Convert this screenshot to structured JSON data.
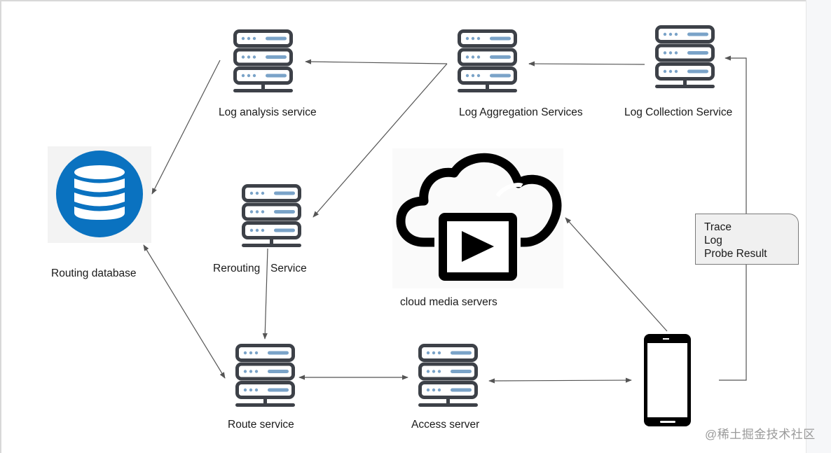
{
  "diagram": {
    "nodes": {
      "log_analysis": {
        "label": "Log analysis service",
        "icon": "server-icon"
      },
      "log_aggregation": {
        "label": "Log Aggregation Services",
        "icon": "server-icon"
      },
      "log_collection": {
        "label": "Log Collection Service",
        "icon": "server-icon"
      },
      "routing_database": {
        "label": "Routing database",
        "icon": "database-icon"
      },
      "rerouting": {
        "label_part1": "Rerouting",
        "label_part2": "Service",
        "icon": "server-icon"
      },
      "cloud_media": {
        "label": "cloud media servers",
        "icon": "cloud-video-icon"
      },
      "route_service": {
        "label": "Route service",
        "icon": "server-icon"
      },
      "access_server": {
        "label": "Access server",
        "icon": "server-icon"
      },
      "mobile_client": {
        "label": "",
        "icon": "smartphone-icon"
      }
    },
    "note": {
      "lines": [
        "Trace",
        "Log",
        "Probe Result"
      ]
    },
    "edges": [
      {
        "from": "log_collection",
        "to": "log_aggregation",
        "direction": "forward"
      },
      {
        "from": "log_aggregation",
        "to": "log_analysis",
        "direction": "forward"
      },
      {
        "from": "log_aggregation",
        "to": "rerouting",
        "direction": "forward"
      },
      {
        "from": "log_analysis",
        "to": "routing_database",
        "direction": "forward"
      },
      {
        "from": "rerouting",
        "to": "route_service",
        "direction": "forward"
      },
      {
        "from": "routing_database",
        "to": "route_service",
        "direction": "both"
      },
      {
        "from": "route_service",
        "to": "access_server",
        "direction": "both"
      },
      {
        "from": "access_server",
        "to": "mobile_client",
        "direction": "both"
      },
      {
        "from": "mobile_client",
        "to": "cloud_media",
        "direction": "forward"
      },
      {
        "from": "mobile_client",
        "to": "log_collection",
        "direction": "forward",
        "via": "note"
      }
    ],
    "colors": {
      "server_body": "#3d4148",
      "server_accent": "#7aa3c8",
      "database_blue": "#0a72c0",
      "edge": "#555555"
    }
  },
  "watermark": "@稀土掘金技术社区"
}
